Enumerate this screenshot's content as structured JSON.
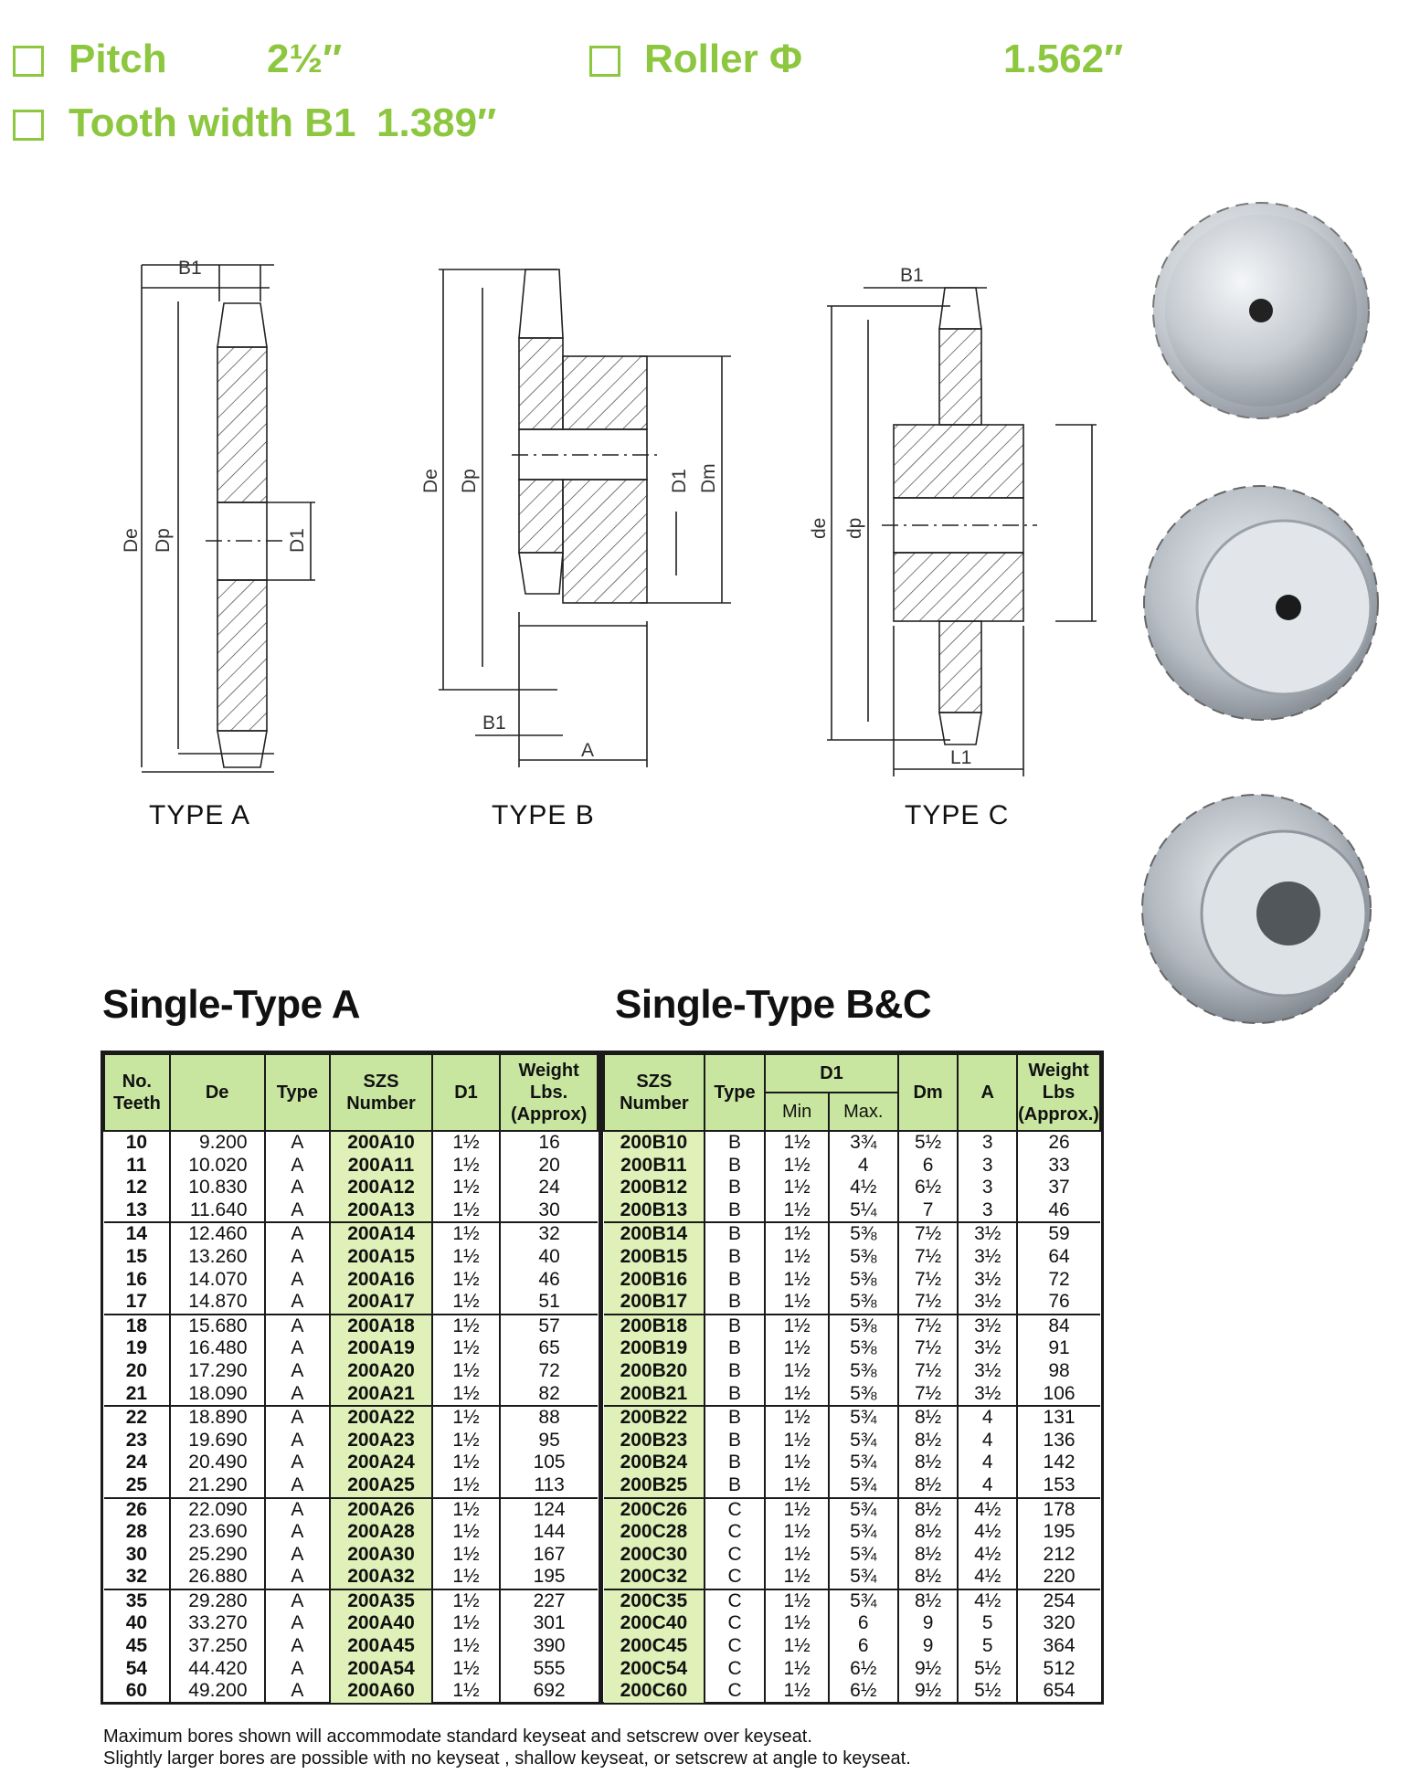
{
  "specs": {
    "pitch_label": "Pitch",
    "pitch_value": "2½″",
    "roller_label": "Roller Φ",
    "roller_value": "1.562″",
    "tooth_label": "Tooth width B1",
    "tooth_value": "1.389″"
  },
  "diagram_labels": {
    "b1": "B1",
    "de": "De",
    "dp": "Dp",
    "d1": "D1",
    "dm": "Dm",
    "a": "A",
    "de_lower": "de",
    "dp_lower": "dp",
    "l1": "L1"
  },
  "types": [
    "TYPE A",
    "TYPE B",
    "TYPE C"
  ],
  "section_titles": [
    "Single-Type A",
    "Single-Type B&C"
  ],
  "table_a": {
    "headers": [
      "No. Teeth",
      "De",
      "Type",
      "SZS Number",
      "D1",
      "Weight Lbs. (Approx)"
    ],
    "rows": [
      [
        "10",
        "9.200",
        "A",
        "200A10",
        "1½",
        "16"
      ],
      [
        "11",
        "10.020",
        "A",
        "200A11",
        "1½",
        "20"
      ],
      [
        "12",
        "10.830",
        "A",
        "200A12",
        "1½",
        "24"
      ],
      [
        "13",
        "11.640",
        "A",
        "200A13",
        "1½",
        "30"
      ],
      [
        "14",
        "12.460",
        "A",
        "200A14",
        "1½",
        "32"
      ],
      [
        "15",
        "13.260",
        "A",
        "200A15",
        "1½",
        "40"
      ],
      [
        "16",
        "14.070",
        "A",
        "200A16",
        "1½",
        "46"
      ],
      [
        "17",
        "14.870",
        "A",
        "200A17",
        "1½",
        "51"
      ],
      [
        "18",
        "15.680",
        "A",
        "200A18",
        "1½",
        "57"
      ],
      [
        "19",
        "16.480",
        "A",
        "200A19",
        "1½",
        "65"
      ],
      [
        "20",
        "17.290",
        "A",
        "200A20",
        "1½",
        "72"
      ],
      [
        "21",
        "18.090",
        "A",
        "200A21",
        "1½",
        "82"
      ],
      [
        "22",
        "18.890",
        "A",
        "200A22",
        "1½",
        "88"
      ],
      [
        "23",
        "19.690",
        "A",
        "200A23",
        "1½",
        "95"
      ],
      [
        "24",
        "20.490",
        "A",
        "200A24",
        "1½",
        "105"
      ],
      [
        "25",
        "21.290",
        "A",
        "200A25",
        "1½",
        "113"
      ],
      [
        "26",
        "22.090",
        "A",
        "200A26",
        "1½",
        "124"
      ],
      [
        "28",
        "23.690",
        "A",
        "200A28",
        "1½",
        "144"
      ],
      [
        "30",
        "25.290",
        "A",
        "200A30",
        "1½",
        "167"
      ],
      [
        "32",
        "26.880",
        "A",
        "200A32",
        "1½",
        "195"
      ],
      [
        "35",
        "29.280",
        "A",
        "200A35",
        "1½",
        "227"
      ],
      [
        "40",
        "33.270",
        "A",
        "200A40",
        "1½",
        "301"
      ],
      [
        "45",
        "37.250",
        "A",
        "200A45",
        "1½",
        "390"
      ],
      [
        "54",
        "44.420",
        "A",
        "200A54",
        "1½",
        "555"
      ],
      [
        "60",
        "49.200",
        "A",
        "200A60",
        "1½",
        "692"
      ]
    ]
  },
  "table_bc": {
    "headers": [
      "SZS Number",
      "Type",
      "D1",
      "Dm",
      "A",
      "Weight Lbs (Approx.)"
    ],
    "subheaders": [
      "Min",
      "Max."
    ],
    "rows": [
      [
        "200B10",
        "B",
        "1½",
        "3¾",
        "5½",
        "3",
        "26"
      ],
      [
        "200B11",
        "B",
        "1½",
        "4",
        "6",
        "3",
        "33"
      ],
      [
        "200B12",
        "B",
        "1½",
        "4½",
        "6½",
        "3",
        "37"
      ],
      [
        "200B13",
        "B",
        "1½",
        "5¼",
        "7",
        "3",
        "46"
      ],
      [
        "200B14",
        "B",
        "1½",
        "5⅜",
        "7½",
        "3½",
        "59"
      ],
      [
        "200B15",
        "B",
        "1½",
        "5⅜",
        "7½",
        "3½",
        "64"
      ],
      [
        "200B16",
        "B",
        "1½",
        "5⅜",
        "7½",
        "3½",
        "72"
      ],
      [
        "200B17",
        "B",
        "1½",
        "5⅜",
        "7½",
        "3½",
        "76"
      ],
      [
        "200B18",
        "B",
        "1½",
        "5⅜",
        "7½",
        "3½",
        "84"
      ],
      [
        "200B19",
        "B",
        "1½",
        "5⅜",
        "7½",
        "3½",
        "91"
      ],
      [
        "200B20",
        "B",
        "1½",
        "5⅜",
        "7½",
        "3½",
        "98"
      ],
      [
        "200B21",
        "B",
        "1½",
        "5⅜",
        "7½",
        "3½",
        "106"
      ],
      [
        "200B22",
        "B",
        "1½",
        "5¾",
        "8½",
        "4",
        "131"
      ],
      [
        "200B23",
        "B",
        "1½",
        "5¾",
        "8½",
        "4",
        "136"
      ],
      [
        "200B24",
        "B",
        "1½",
        "5¾",
        "8½",
        "4",
        "142"
      ],
      [
        "200B25",
        "B",
        "1½",
        "5¾",
        "8½",
        "4",
        "153"
      ],
      [
        "200C26",
        "C",
        "1½",
        "5¾",
        "8½",
        "4½",
        "178"
      ],
      [
        "200C28",
        "C",
        "1½",
        "5¾",
        "8½",
        "4½",
        "195"
      ],
      [
        "200C30",
        "C",
        "1½",
        "5¾",
        "8½",
        "4½",
        "212"
      ],
      [
        "200C32",
        "C",
        "1½",
        "5¾",
        "8½",
        "4½",
        "220"
      ],
      [
        "200C35",
        "C",
        "1½",
        "5¾",
        "8½",
        "4½",
        "254"
      ],
      [
        "200C40",
        "C",
        "1½",
        "6",
        "9",
        "5",
        "320"
      ],
      [
        "200C45",
        "C",
        "1½",
        "6",
        "9",
        "5",
        "364"
      ],
      [
        "200C54",
        "C",
        "1½",
        "6½",
        "9½",
        "5½",
        "512"
      ],
      [
        "200C60",
        "C",
        "1½",
        "6½",
        "9½",
        "5½",
        "654"
      ]
    ]
  },
  "notes": [
    "Maximum bores shown will accommodate standard keyseat and setscrew over keyseat.",
    "Slightly larger bores are possible with no keyseat , shallow keyseat, or setscrew at angle to keyseat."
  ]
}
